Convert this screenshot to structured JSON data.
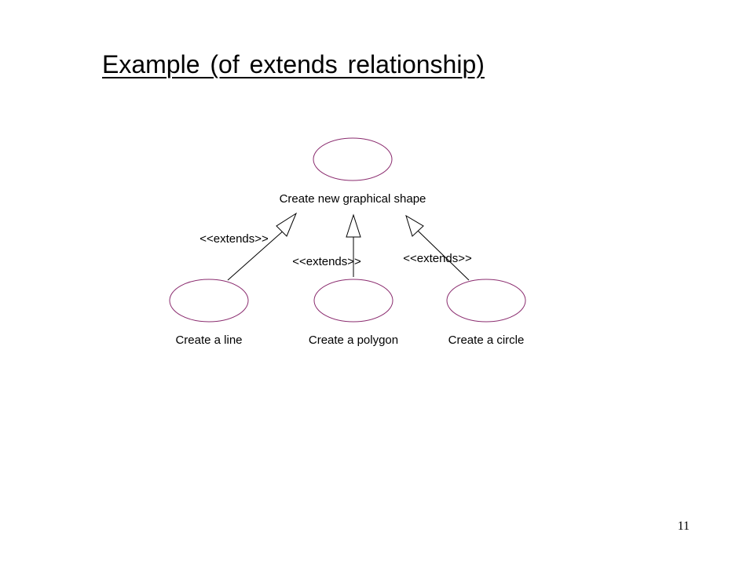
{
  "slide": {
    "title": "Example (of extends relationship)",
    "page_number": "11"
  },
  "diagram": {
    "stroke_color": "#000000",
    "ellipse_color": "#8a2b6e",
    "parent_use_case": {
      "label": "Create new graphical shape"
    },
    "child_use_cases": [
      {
        "label": "Create a line",
        "relation": "<<extends>>"
      },
      {
        "label": "Create a polygon",
        "relation": "<<extends>>"
      },
      {
        "label": "Create a circle",
        "relation": "<<extends>>"
      }
    ]
  }
}
